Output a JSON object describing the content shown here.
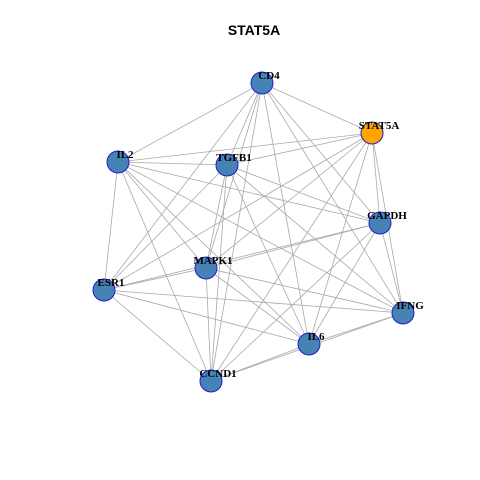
{
  "graph": {
    "title": "STAT5A",
    "node_color": "#4682b4",
    "highlight_color": "#ffa500",
    "nodes": [
      {
        "id": "CD4",
        "label": "CD4",
        "highlight": false
      },
      {
        "id": "STAT5A",
        "label": "STAT5A",
        "highlight": true
      },
      {
        "id": "IL2",
        "label": "IL2",
        "highlight": false
      },
      {
        "id": "TGFB1",
        "label": "TGFB1",
        "highlight": false
      },
      {
        "id": "GAPDH",
        "label": "GAPDH",
        "highlight": false
      },
      {
        "id": "MAPK1",
        "label": "MAPK1",
        "highlight": false
      },
      {
        "id": "ESR1",
        "label": "ESR1",
        "highlight": false
      },
      {
        "id": "IFNG",
        "label": "IFNG",
        "highlight": false
      },
      {
        "id": "IL6",
        "label": "IL6",
        "highlight": false
      },
      {
        "id": "CCND1",
        "label": "CCND1",
        "highlight": false
      }
    ],
    "edges": [
      [
        "CD4",
        "STAT5A"
      ],
      [
        "CD4",
        "IL2"
      ],
      [
        "CD4",
        "TGFB1"
      ],
      [
        "CD4",
        "GAPDH"
      ],
      [
        "CD4",
        "MAPK1"
      ],
      [
        "CD4",
        "ESR1"
      ],
      [
        "CD4",
        "IFNG"
      ],
      [
        "CD4",
        "IL6"
      ],
      [
        "CD4",
        "CCND1"
      ],
      [
        "STAT5A",
        "IL2"
      ],
      [
        "STAT5A",
        "TGFB1"
      ],
      [
        "STAT5A",
        "GAPDH"
      ],
      [
        "STAT5A",
        "MAPK1"
      ],
      [
        "STAT5A",
        "ESR1"
      ],
      [
        "STAT5A",
        "IFNG"
      ],
      [
        "STAT5A",
        "IL6"
      ],
      [
        "STAT5A",
        "CCND1"
      ],
      [
        "IL2",
        "TGFB1"
      ],
      [
        "IL2",
        "GAPDH"
      ],
      [
        "IL2",
        "MAPK1"
      ],
      [
        "IL2",
        "ESR1"
      ],
      [
        "IL2",
        "IFNG"
      ],
      [
        "IL2",
        "IL6"
      ],
      [
        "IL2",
        "CCND1"
      ],
      [
        "TGFB1",
        "GAPDH"
      ],
      [
        "TGFB1",
        "MAPK1"
      ],
      [
        "TGFB1",
        "ESR1"
      ],
      [
        "TGFB1",
        "IFNG"
      ],
      [
        "TGFB1",
        "IL6"
      ],
      [
        "TGFB1",
        "CCND1"
      ],
      [
        "GAPDH",
        "MAPK1"
      ],
      [
        "GAPDH",
        "ESR1"
      ],
      [
        "GAPDH",
        "IFNG"
      ],
      [
        "GAPDH",
        "IL6"
      ],
      [
        "GAPDH",
        "CCND1"
      ],
      [
        "MAPK1",
        "ESR1"
      ],
      [
        "MAPK1",
        "IFNG"
      ],
      [
        "MAPK1",
        "IL6"
      ],
      [
        "MAPK1",
        "CCND1"
      ],
      [
        "ESR1",
        "IFNG"
      ],
      [
        "ESR1",
        "IL6"
      ],
      [
        "ESR1",
        "CCND1"
      ],
      [
        "IFNG",
        "IL6"
      ],
      [
        "IFNG",
        "CCND1"
      ],
      [
        "IL6",
        "CCND1"
      ]
    ]
  }
}
